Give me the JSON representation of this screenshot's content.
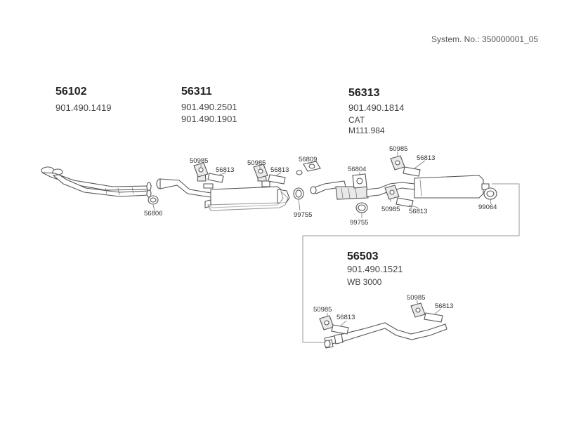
{
  "system_number": "System. No.: 350000001_05",
  "sections": [
    {
      "part": "56102",
      "codes": [
        "901.490.1419"
      ]
    },
    {
      "part": "56311",
      "codes": [
        "901.490.2501",
        "901.490.1901"
      ]
    },
    {
      "part": "56313",
      "codes": [
        "901.490.1814"
      ],
      "notes": [
        "CAT",
        "M111.984"
      ]
    },
    {
      "part": "56503",
      "codes": [
        "901.490.1521"
      ],
      "notes": [
        "WB 3000"
      ]
    }
  ],
  "callouts": {
    "c1": "50985",
    "c2": "56813",
    "c3": "50985",
    "c4": "56813",
    "c5": "56809",
    "c6": "56804",
    "c7": "50985",
    "c8": "56813",
    "c9": "50985",
    "c10": "56813",
    "c11": "99064",
    "c12": "99755",
    "c13": "99755",
    "c14": "56806",
    "c15": "50985",
    "c16": "56813",
    "c17": "50985",
    "c18": "56813"
  }
}
